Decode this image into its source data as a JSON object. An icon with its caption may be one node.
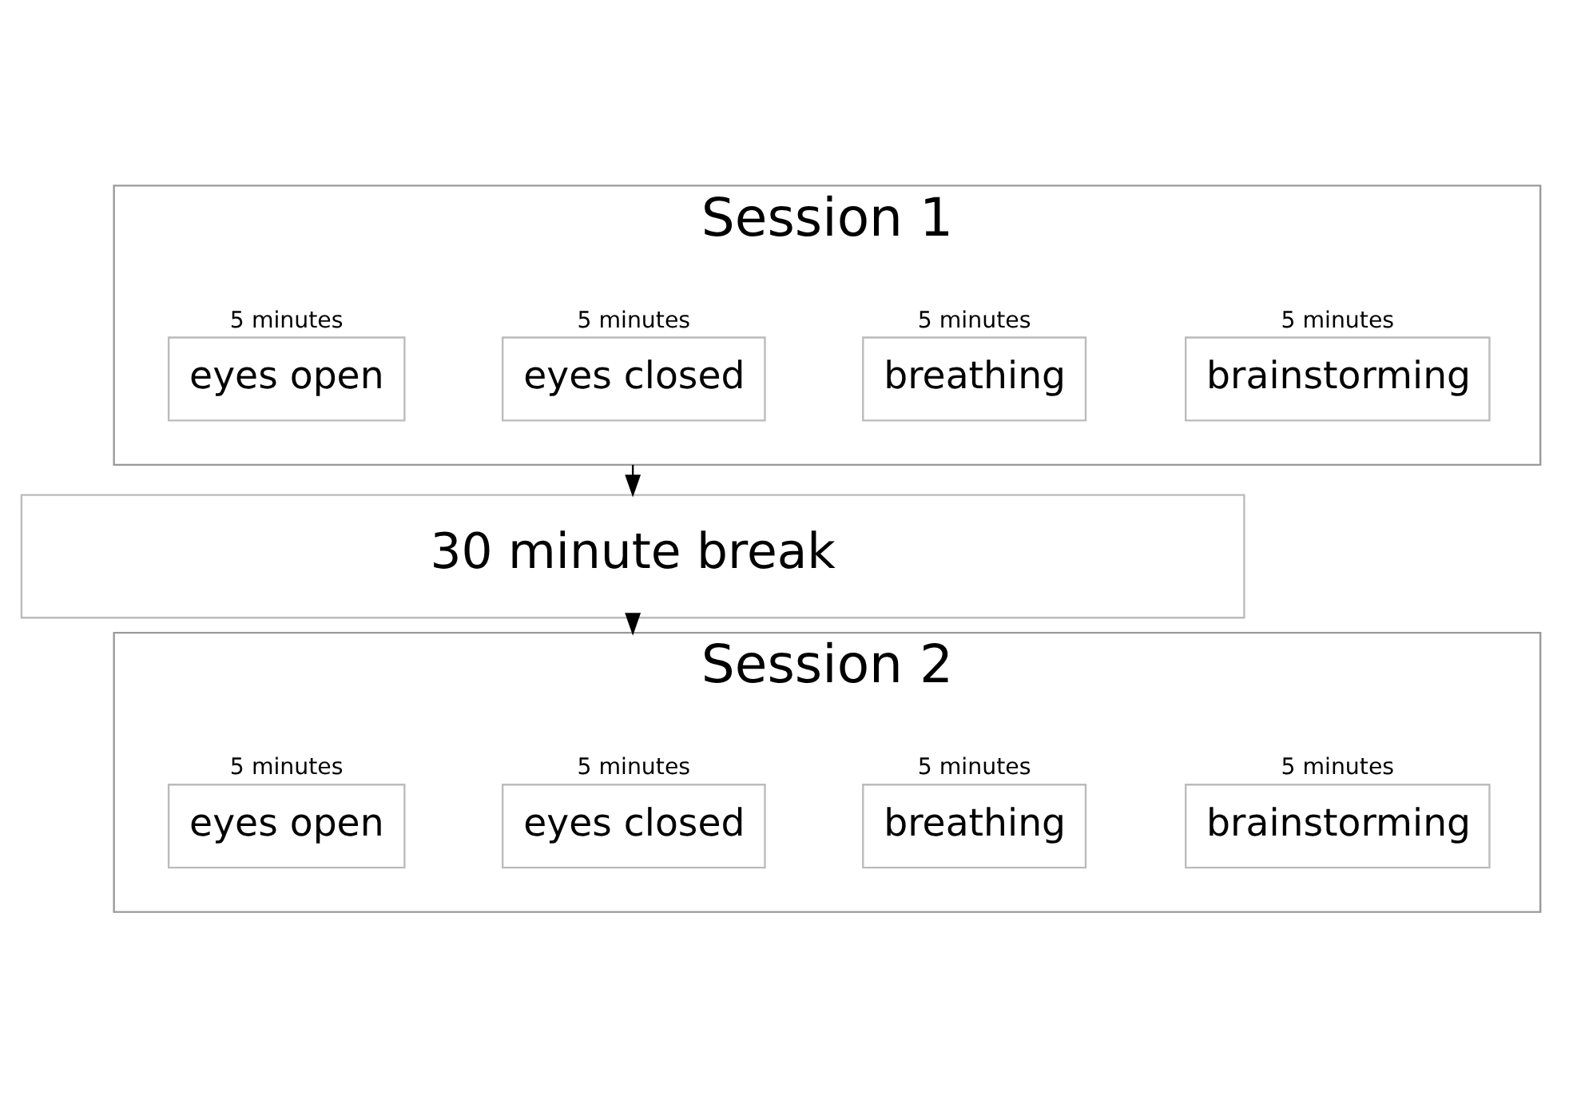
{
  "diagram": {
    "nodes": [
      {
        "text": [
          "Session 1"
        ]
      },
      {
        "text": [
          "eyes open"
        ],
        "in": 0,
        "beside": [
          "5 minutes"
        ]
      },
      {
        "text": [
          "eyes closed"
        ],
        "in": 0,
        "beside": [
          "5 minutes"
        ]
      },
      {
        "text": [
          "breathing"
        ],
        "in": 0,
        "beside": [
          "5 minutes"
        ]
      },
      {
        "text": [
          "brainstorming"
        ],
        "in": 0,
        "beside": [
          "5 minutes"
        ]
      },
      {
        "text": [
          "30 minute break"
        ]
      },
      {
        "text": [
          "Session 2"
        ]
      },
      {
        "text": [
          "eyes open"
        ],
        "in": 6,
        "beside": [
          "5 minutes"
        ]
      },
      {
        "text": [
          "eyes closed"
        ],
        "in": 6,
        "beside": [
          "5 minutes"
        ]
      },
      {
        "text": [
          "breathing"
        ],
        "in": 6,
        "beside": [
          "5 minutes"
        ]
      },
      {
        "text": [
          "brainstorming"
        ],
        "in": 6,
        "beside": [
          "5 minutes"
        ]
      }
    ],
    "edges": [
      {
        "from": 0,
        "to": 5,
        "arrow": "to"
      },
      {
        "from": 5,
        "to": 6,
        "arrow": "to"
      }
    ]
  }
}
